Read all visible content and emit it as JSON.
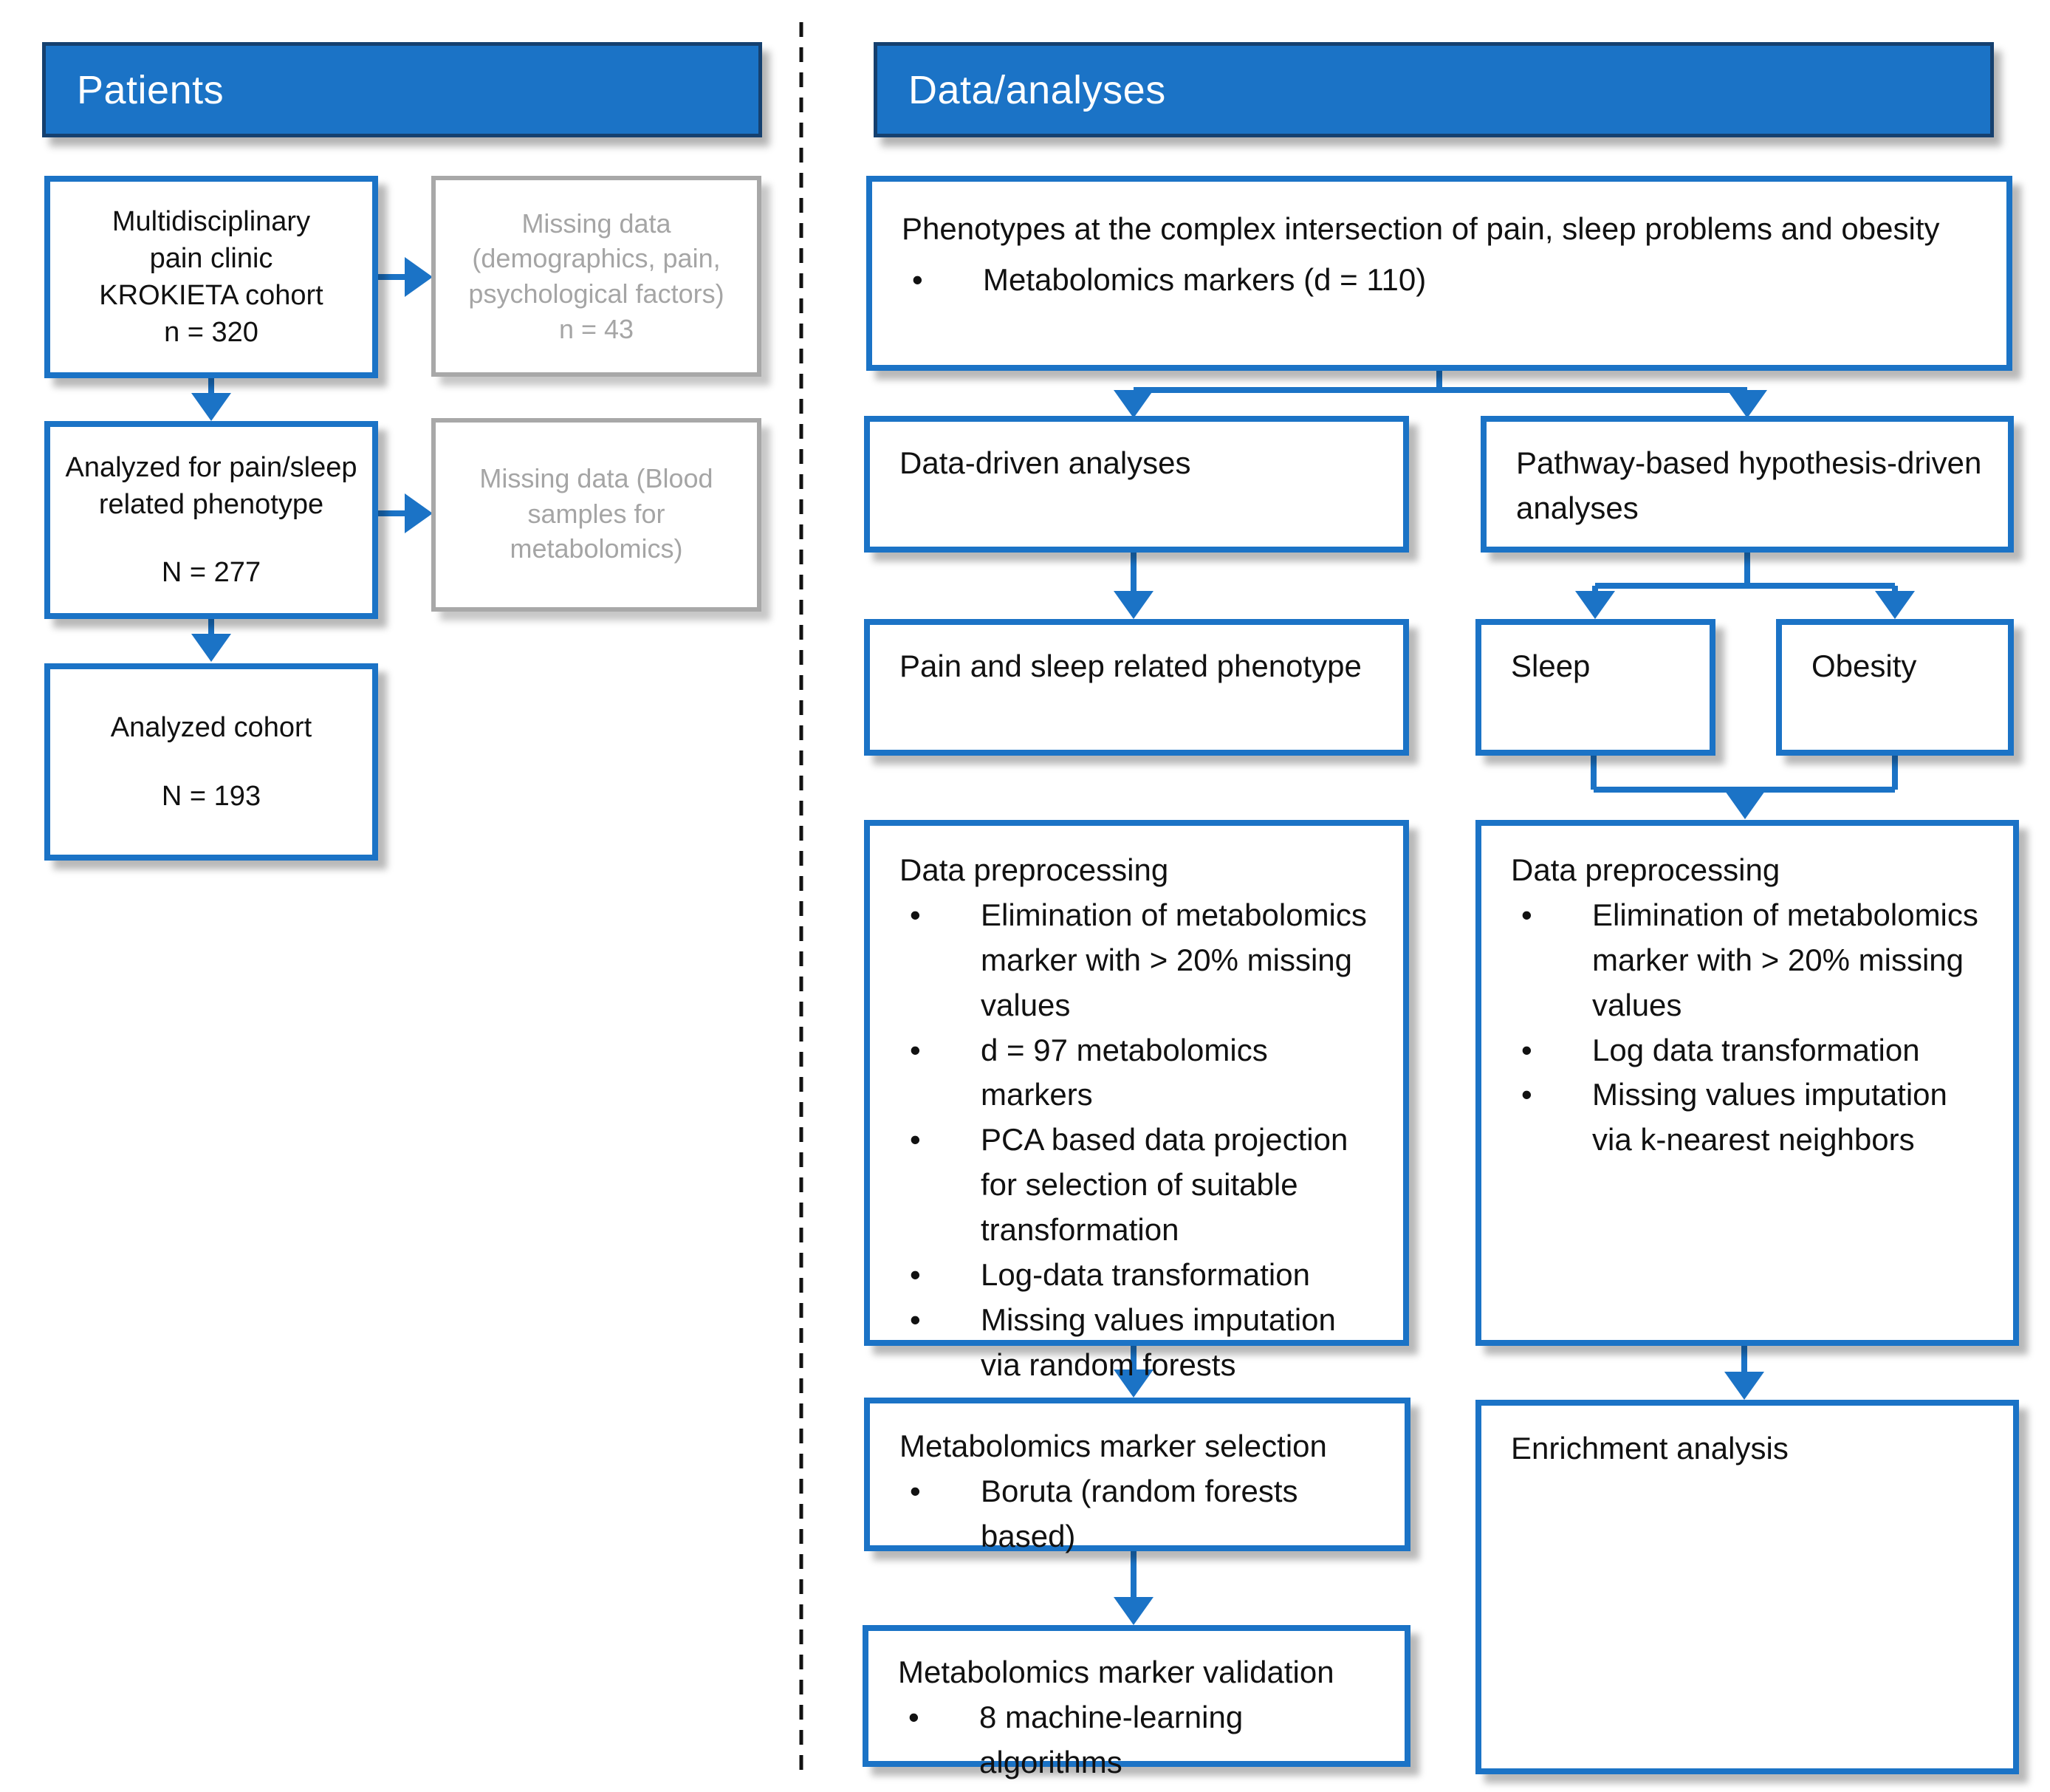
{
  "colors": {
    "accent_blue": "#1B73C6",
    "header_border_blue": "#15406F",
    "gray_box": "#A8A8A8",
    "text_black": "#111111"
  },
  "left_panel": {
    "header": "Patients",
    "cohort_box": {
      "lines": [
        "Multidisciplinary",
        "pain clinic",
        "KROKIETA cohort",
        "n = 320"
      ]
    },
    "missing_demographics_box": {
      "lines": [
        "Missing data",
        "(demographics, pain,",
        "psychological factors)",
        "n = 43"
      ]
    },
    "analyzed_phenotype_box": {
      "lines": [
        "Analyzed for pain/sleep",
        "related phenotype"
      ],
      "n": "N = 277"
    },
    "missing_blood_box": {
      "lines": [
        "Missing data (Blood",
        "samples for",
        "metabolomics)"
      ]
    },
    "analyzed_cohort_box": {
      "title": "Analyzed cohort",
      "n": "N = 193"
    }
  },
  "right_panel": {
    "header": "Data/analyses",
    "phenotypes_box": {
      "text": "Phenotypes at the complex intersection of pain, sleep problems and obesity",
      "bullets": [
        "Metabolomics markers (d = 110)"
      ]
    },
    "data_driven_box": {
      "title": "Data-driven analyses"
    },
    "pathway_box": {
      "title": "Pathway-based hypothesis-driven analyses"
    },
    "pain_sleep_box": {
      "title": "Pain and sleep related phenotype"
    },
    "sleep_box": {
      "title": "Sleep"
    },
    "obesity_box": {
      "title": "Obesity"
    },
    "preprocessing_left_box": {
      "title": "Data preprocessing",
      "bullets": [
        "Elimination of metabolomics marker with > 20% missing values",
        "d = 97 metabolomics markers",
        "PCA based data projection for selection of suitable transformation",
        "Log-data transformation",
        "Missing values imputation via random forests"
      ]
    },
    "preprocessing_right_box": {
      "title": "Data preprocessing",
      "bullets": [
        "Elimination of metabolomics marker with > 20% missing values",
        "Log data transformation",
        "Missing values imputation via k-nearest neighbors"
      ]
    },
    "selection_box": {
      "title": "Metabolomics marker selection",
      "bullets": [
        "Boruta (random forests based)"
      ]
    },
    "enrichment_box": {
      "title": "Enrichment analysis"
    },
    "validation_box": {
      "title": "Metabolomics marker validation",
      "bullets": [
        "8 machine-learning algorithms"
      ]
    }
  }
}
